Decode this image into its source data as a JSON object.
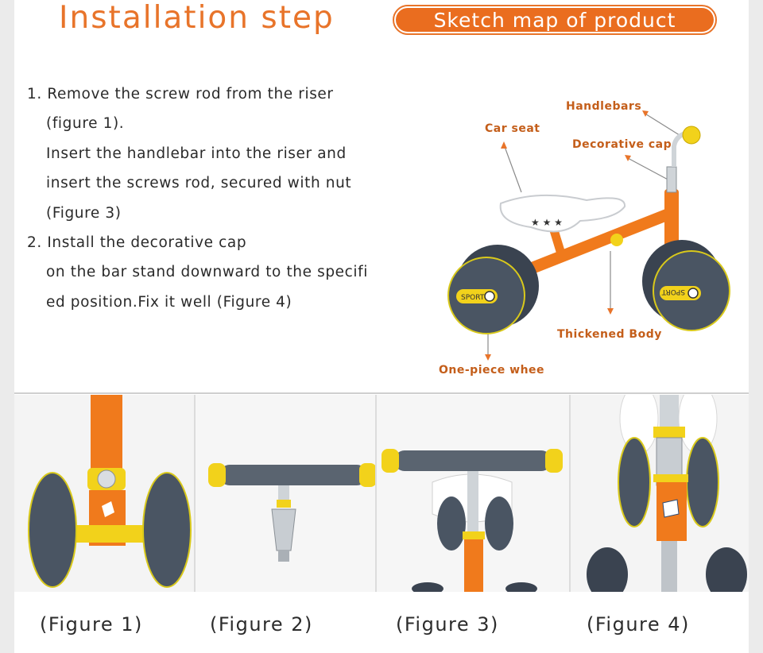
{
  "header": {
    "title": "Installation step",
    "pill_label": "Sketch map of product"
  },
  "steps": [
    {
      "text": "1. Remove the screw rod from the riser",
      "indent": false
    },
    {
      "text": "(figure 1).",
      "indent": true
    },
    {
      "text": "Insert the handlebar into the riser and",
      "indent": true
    },
    {
      "text": "insert the screws rod, secured with nut",
      "indent": true
    },
    {
      "text": "(Figure 3)",
      "indent": true
    },
    {
      "text": "2. Install the decorative cap",
      "indent": false
    },
    {
      "text": "on the bar stand downward to the specifi",
      "indent": true
    },
    {
      "text": "ed position.Fix it well (Figure 4)",
      "indent": true
    }
  ],
  "callouts": {
    "handlebars": "Handlebars",
    "car_seat": "Car seat",
    "decorative_cap": "Decorative cap",
    "thickened_body": "Thickened Body",
    "one_piece_wheel": "One-piece whee"
  },
  "wheel_labels": {
    "left": "SPORT",
    "right": "SPORT"
  },
  "figures": [
    {
      "caption": "(Figure 1)"
    },
    {
      "caption": "(Figure 2)"
    },
    {
      "caption": "(Figure 3)"
    },
    {
      "caption": "(Figure 4)"
    }
  ],
  "colors": {
    "accent": "#e8742a",
    "frame_orange": "#f07a1c",
    "tire": "#4a5563",
    "yellow": "#f2d21b"
  }
}
